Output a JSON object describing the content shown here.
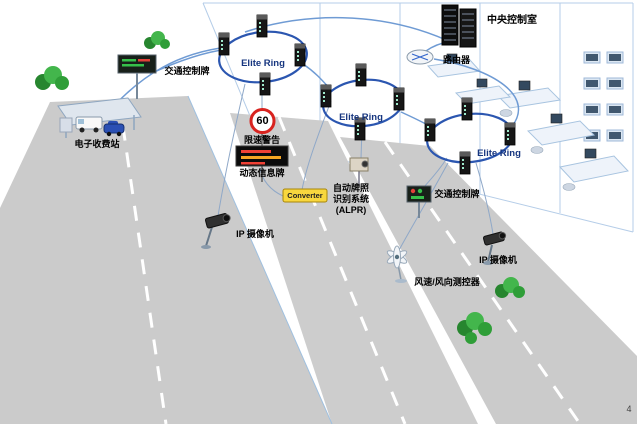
{
  "diagram": {
    "control_room": {
      "label": "中央控制室"
    },
    "router": {
      "label": "路由器"
    },
    "rings": [
      {
        "label": "Elite Ring"
      },
      {
        "label": "Elite Ring"
      },
      {
        "label": "Elite Ring"
      }
    ],
    "devices": {
      "traffic_sign_top": {
        "label": "交通控制牌"
      },
      "toll_station": {
        "label": "电子收费站"
      },
      "speed_sign": {
        "value": "60",
        "label": "限速警告"
      },
      "dynamic_info_sign": {
        "label": "动态信息牌"
      },
      "converter": {
        "label": "Converter"
      },
      "alpr": {
        "label": "自动牌照\n识别系统\n(ALPR)"
      },
      "traffic_sign_mid": {
        "label": "交通控制牌"
      },
      "ip_camera_left": {
        "label": "IP 摄像机"
      },
      "ip_camera_right": {
        "label": "IP 摄像机"
      },
      "wind_sensor": {
        "label": "风速/风向测控器"
      }
    },
    "corner_mark": "4",
    "colors": {
      "ring_stroke": "#2b56b0",
      "cable": "#6f9bd4",
      "road": "#cbcbcb",
      "building_line": "#b5cde8",
      "converter_bg": "#f8d73e",
      "speed_ring": "#d8231f",
      "tree_green": "#2f9e38"
    }
  }
}
